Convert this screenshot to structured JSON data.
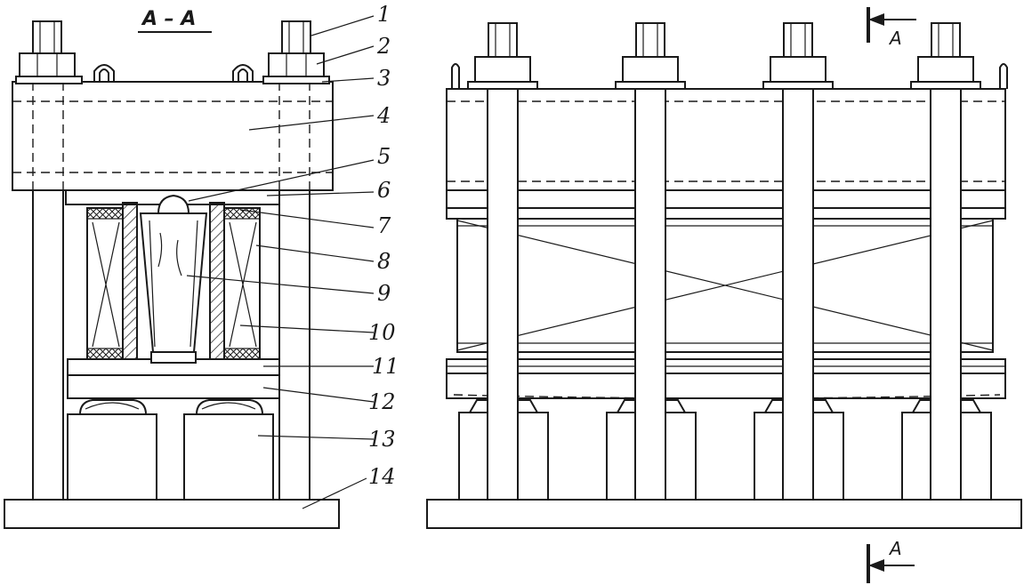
{
  "section_title": "A – A",
  "section_marker_top": "A",
  "section_marker_bottom": "A",
  "callouts": [
    "1",
    "2",
    "3",
    "4",
    "5",
    "6",
    "7",
    "8",
    "9",
    "10",
    "11",
    "12",
    "13",
    "14"
  ],
  "colors": {
    "ink": "#1a1a1a",
    "paper": "#ffffff"
  }
}
